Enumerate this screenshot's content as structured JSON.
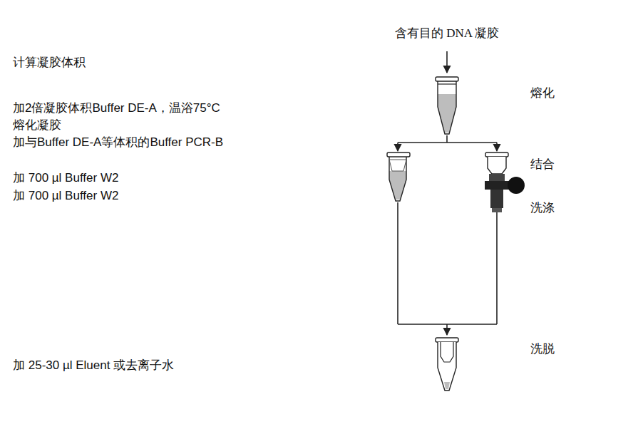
{
  "diagram": {
    "title": "含有目的 DNA 凝胶",
    "labels": [
      "计算凝胶体积",
      "加2倍凝胶体积Buffer DE-A，温浴75°C 熔化凝胶",
      "加与Buffer DE-A等体积的Buffer PCR-B",
      "加 700 µl Buffer W2",
      "加 700 µl Buffer W2",
      "加 25-30 µl Eluent 或去离子水",
      "熔化",
      "结合",
      "洗涤",
      "洗脱"
    ]
  }
}
